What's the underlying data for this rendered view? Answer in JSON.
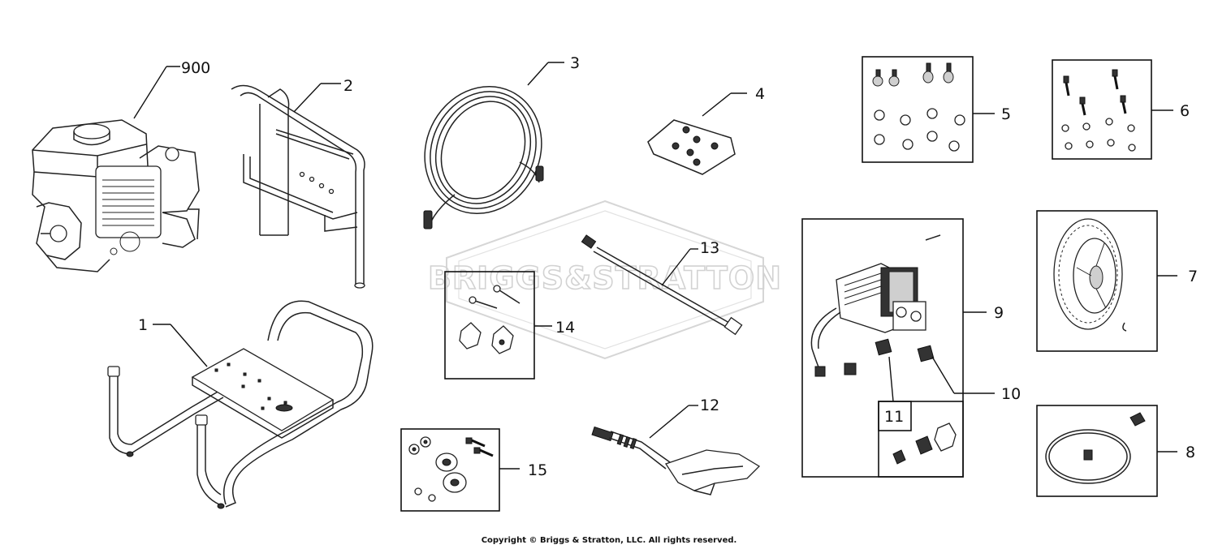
{
  "diagram": {
    "watermark": "BRIGGS&STRATTON",
    "part_labels": {
      "engine": "900",
      "handle": "2",
      "hose": "3",
      "bag_fasteners": "4",
      "fastener_kit_5": "5",
      "fastener_kit_6": "6",
      "wheel": "7",
      "belt_kit": "8",
      "pump": "9",
      "outlet_fitting": "10",
      "fitting_kit": "11",
      "spray_gun": "12",
      "wand": "13",
      "knob_kit": "14",
      "bearing_kit": "15",
      "frame": "1"
    }
  },
  "footer": {
    "copyright": "Copyright © Briggs & Stratton, LLC. All rights reserved."
  }
}
